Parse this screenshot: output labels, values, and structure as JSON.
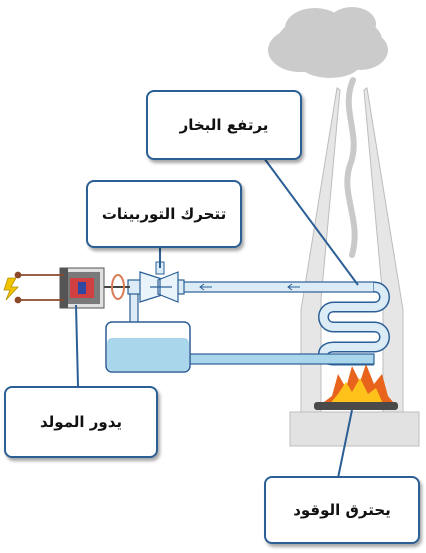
{
  "labels": {
    "steam": "يرتفع البخار",
    "turbine": "تتحرك التوربينات",
    "generator": "يدور المولد",
    "fuel": "يحترق الوقود"
  },
  "colors": {
    "outline": "#2b5f96",
    "pipe": "#dcecf6",
    "water": "#a9d6ea",
    "chimney": "#e6e6e6",
    "smoke": "#c9c9c9",
    "flame_outer": "#e8641c",
    "flame_inner": "#ffc21a",
    "wire": "#8a4a2a",
    "spark": "#f2c400"
  }
}
